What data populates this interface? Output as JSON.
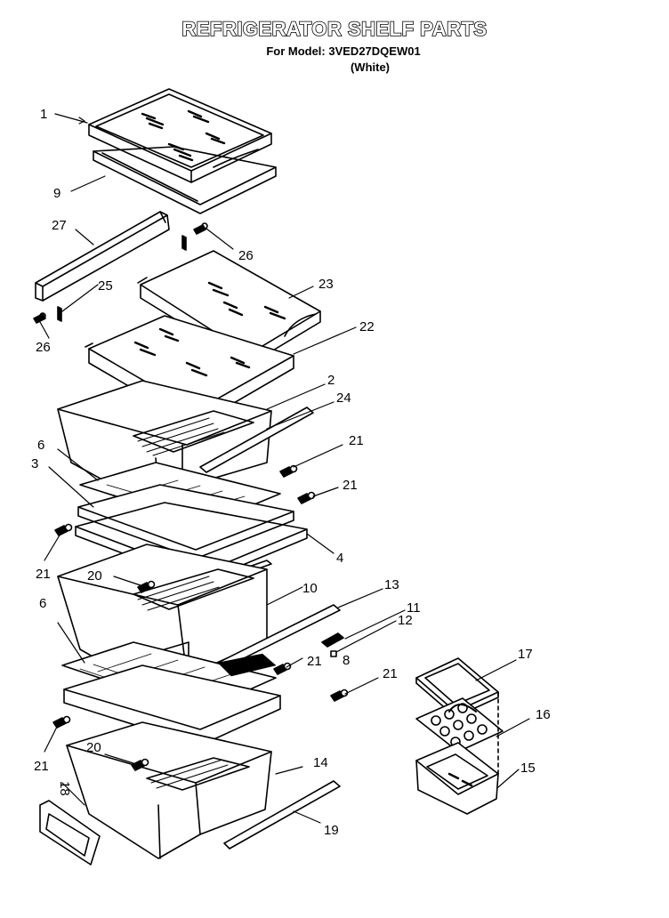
{
  "header": {
    "title": "REFRIGERATOR SHELF PARTS",
    "model_line": "For Model: 3VED27DQEW01",
    "color_line": "(White)"
  },
  "callouts": [
    {
      "id": "c1",
      "label": "1"
    },
    {
      "id": "c9",
      "label": "9"
    },
    {
      "id": "c27",
      "label": "27"
    },
    {
      "id": "c26a",
      "label": "26"
    },
    {
      "id": "c25",
      "label": "25"
    },
    {
      "id": "c23",
      "label": "23"
    },
    {
      "id": "c22",
      "label": "22"
    },
    {
      "id": "c26b",
      "label": "26"
    },
    {
      "id": "c2",
      "label": "2"
    },
    {
      "id": "c24",
      "label": "24"
    },
    {
      "id": "c6a",
      "label": "6"
    },
    {
      "id": "c21a",
      "label": "21"
    },
    {
      "id": "c3",
      "label": "3"
    },
    {
      "id": "c21b",
      "label": "21"
    },
    {
      "id": "c21c",
      "label": "21"
    },
    {
      "id": "c4",
      "label": "4"
    },
    {
      "id": "c20a",
      "label": "20"
    },
    {
      "id": "c10",
      "label": "10"
    },
    {
      "id": "c13",
      "label": "13"
    },
    {
      "id": "c11",
      "label": "11"
    },
    {
      "id": "c12",
      "label": "12"
    },
    {
      "id": "c6b",
      "label": "6"
    },
    {
      "id": "c8",
      "label": "8"
    },
    {
      "id": "c21d",
      "label": "21"
    },
    {
      "id": "c21e",
      "label": "21"
    },
    {
      "id": "c17",
      "label": "17"
    },
    {
      "id": "c16",
      "label": "16"
    },
    {
      "id": "c21f",
      "label": "21"
    },
    {
      "id": "c20b",
      "label": "20"
    },
    {
      "id": "c14",
      "label": "14"
    },
    {
      "id": "c15",
      "label": "15"
    },
    {
      "id": "c18",
      "label": "18"
    },
    {
      "id": "c19",
      "label": "19"
    }
  ]
}
